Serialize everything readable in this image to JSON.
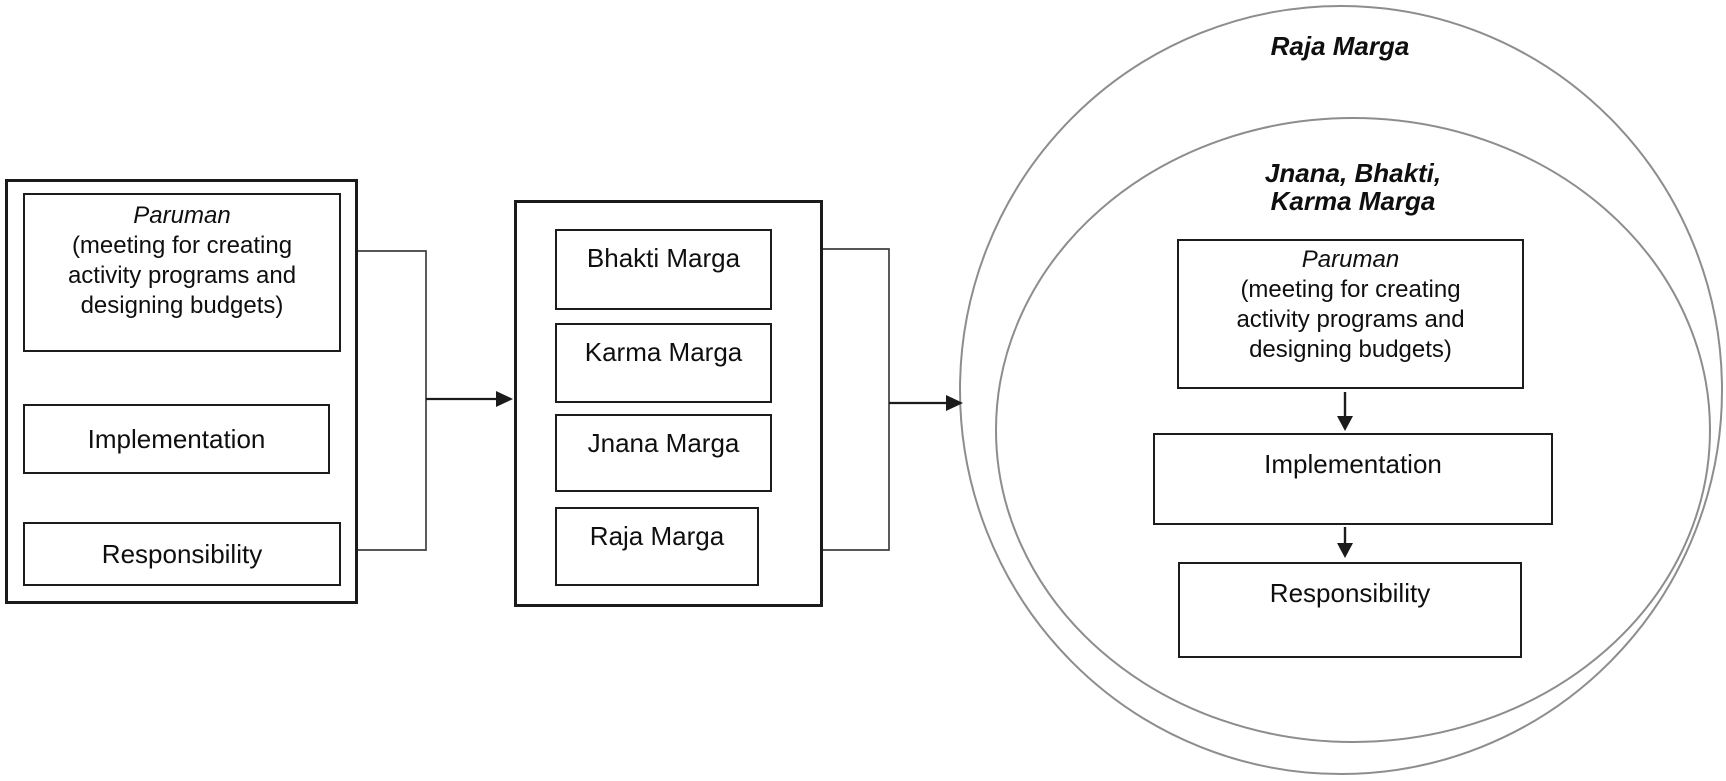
{
  "left_flow": {
    "paruman": {
      "title": "Paruman",
      "desc_lines": [
        "(meeting for creating",
        "activity programs and",
        "designing budgets)"
      ]
    },
    "implementation": "Implementation",
    "responsibility": "Responsibility"
  },
  "marga_list": {
    "items": [
      "Bhakti Marga",
      "Karma Marga",
      "Jnana Marga",
      "Raja Marga"
    ]
  },
  "circles": {
    "outer_label": "Raja Marga",
    "inner_label_lines": [
      "Jnana, Bhakti,",
      "Karma Marga"
    ],
    "flow": {
      "paruman": {
        "title": "Paruman",
        "desc_lines": [
          "(meeting for creating",
          "activity programs and",
          "designing budgets)"
        ]
      },
      "implementation": "Implementation",
      "responsibility": "Responsibility"
    }
  },
  "colors": {
    "box_border": "#1b1b1b",
    "text": "#0f0f0f",
    "circle_stroke": "#8d8d8d",
    "connector": "#3f3f3f",
    "background": "#ffffff"
  }
}
